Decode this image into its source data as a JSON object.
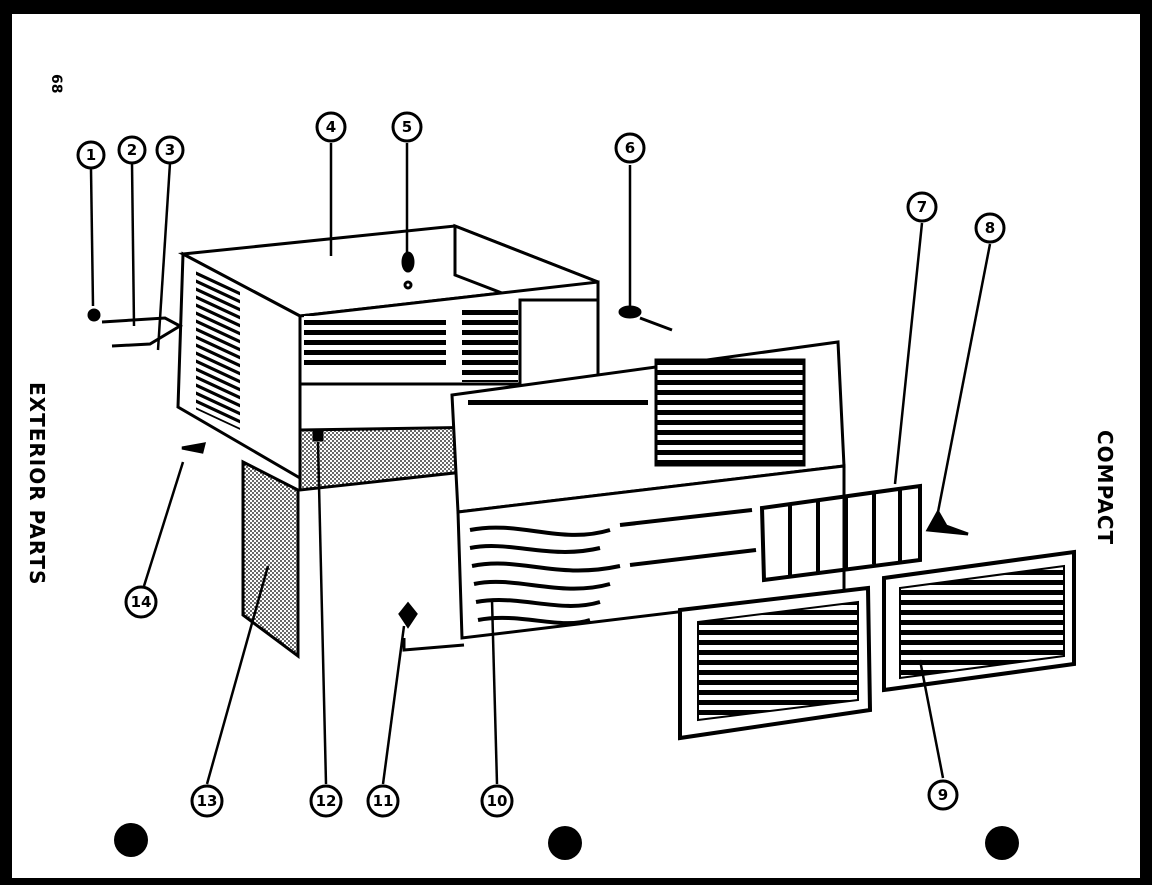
{
  "page": {
    "page_number": "68",
    "side_title": "EXTERIOR PARTS",
    "model_label": "COMPACT"
  },
  "callouts": [
    {
      "id": "c1",
      "label": "1"
    },
    {
      "id": "c2",
      "label": "2"
    },
    {
      "id": "c3",
      "label": "3"
    },
    {
      "id": "c4",
      "label": "4"
    },
    {
      "id": "c5",
      "label": "5"
    },
    {
      "id": "c6",
      "label": "6"
    },
    {
      "id": "c7",
      "label": "7"
    },
    {
      "id": "c8",
      "label": "8"
    },
    {
      "id": "c9",
      "label": "9"
    },
    {
      "id": "c10",
      "label": "10"
    },
    {
      "id": "c11",
      "label": "11"
    },
    {
      "id": "c12",
      "label": "12"
    },
    {
      "id": "c13",
      "label": "13"
    },
    {
      "id": "c14",
      "label": "14"
    }
  ],
  "colors": {
    "ink": "#000000",
    "paper": "#ffffff",
    "background": "#000000"
  }
}
